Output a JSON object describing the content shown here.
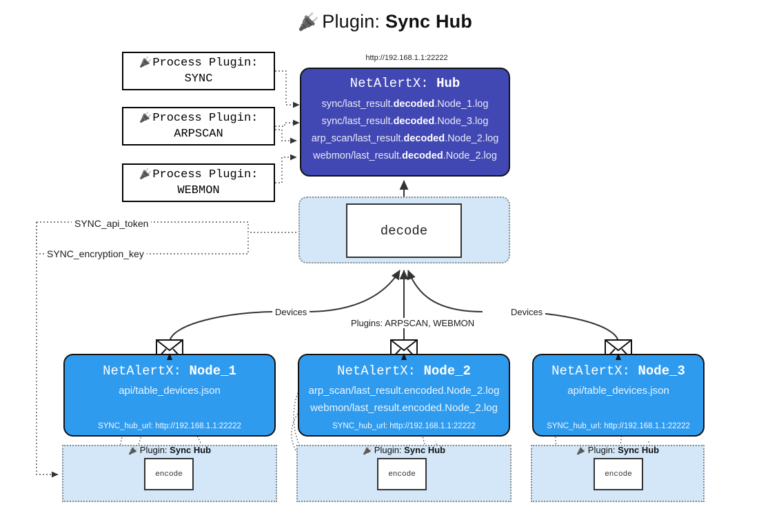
{
  "title": {
    "icon": "plug-icon",
    "prefix": "Plugin:",
    "name": "Sync Hub"
  },
  "hub": {
    "url": "http://192.168.1.1:22222",
    "title_prefix": "NetAlertX:",
    "title_name": "Hub",
    "lines": [
      {
        "pre": "sync/last_result.",
        "bold": "decoded",
        "post": ".Node_1.log"
      },
      {
        "pre": "sync/last_result.",
        "bold": "decoded",
        "post": ".Node_3.log"
      },
      {
        "pre": "arp_scan/last_result.",
        "bold": "decoded",
        "post": ".Node_2.log"
      },
      {
        "pre": "webmon/last_result.",
        "bold": "decoded",
        "post": ".Node_2.log"
      }
    ]
  },
  "process_plugins": [
    {
      "label": "Process Plugin:",
      "name": "SYNC"
    },
    {
      "label": "Process Plugin:",
      "name": "ARPSCAN"
    },
    {
      "label": "Process Plugin:",
      "name": "WEBMON"
    }
  ],
  "decode": {
    "label": "decode"
  },
  "config_labels": [
    {
      "text": "SYNC_api_token"
    },
    {
      "text": "SYNC_encryption_key"
    }
  ],
  "edge_labels": [
    {
      "text": "Devices"
    },
    {
      "text": "Plugins: ARPSCAN, WEBMON"
    },
    {
      "text": "Devices"
    }
  ],
  "nodes": [
    {
      "title_prefix": "NetAlertX:",
      "title_name": "Node_1",
      "lines": [
        "api/table_devices.json"
      ],
      "footer": "SYNC_hub_url: http://192.168.1.1:22222"
    },
    {
      "title_prefix": "NetAlertX:",
      "title_name": "Node_2",
      "lines": [
        "arp_scan/last_result.encoded.Node_2.log",
        "webmon/last_result.encoded.Node_2.log"
      ],
      "footer": "SYNC_hub_url: http://192.168.1.1:22222"
    },
    {
      "title_prefix": "NetAlertX:",
      "title_name": "Node_3",
      "lines": [
        "api/table_devices.json"
      ],
      "footer": "SYNC_hub_url: http://192.168.1.1:22222"
    }
  ],
  "plugin_containers": [
    {
      "label_prefix": "Plugin:",
      "label_name": "Sync Hub",
      "encode": "encode"
    },
    {
      "label_prefix": "Plugin:",
      "label_name": "Sync Hub",
      "encode": "encode"
    },
    {
      "label_prefix": "Plugin:",
      "label_name": "Sync Hub",
      "encode": "encode"
    }
  ],
  "colors": {
    "hub": "#4147b3",
    "node": "#2f9bee",
    "container": "#d3e7f8",
    "stroke": "#333333",
    "background": "#ffffff"
  }
}
